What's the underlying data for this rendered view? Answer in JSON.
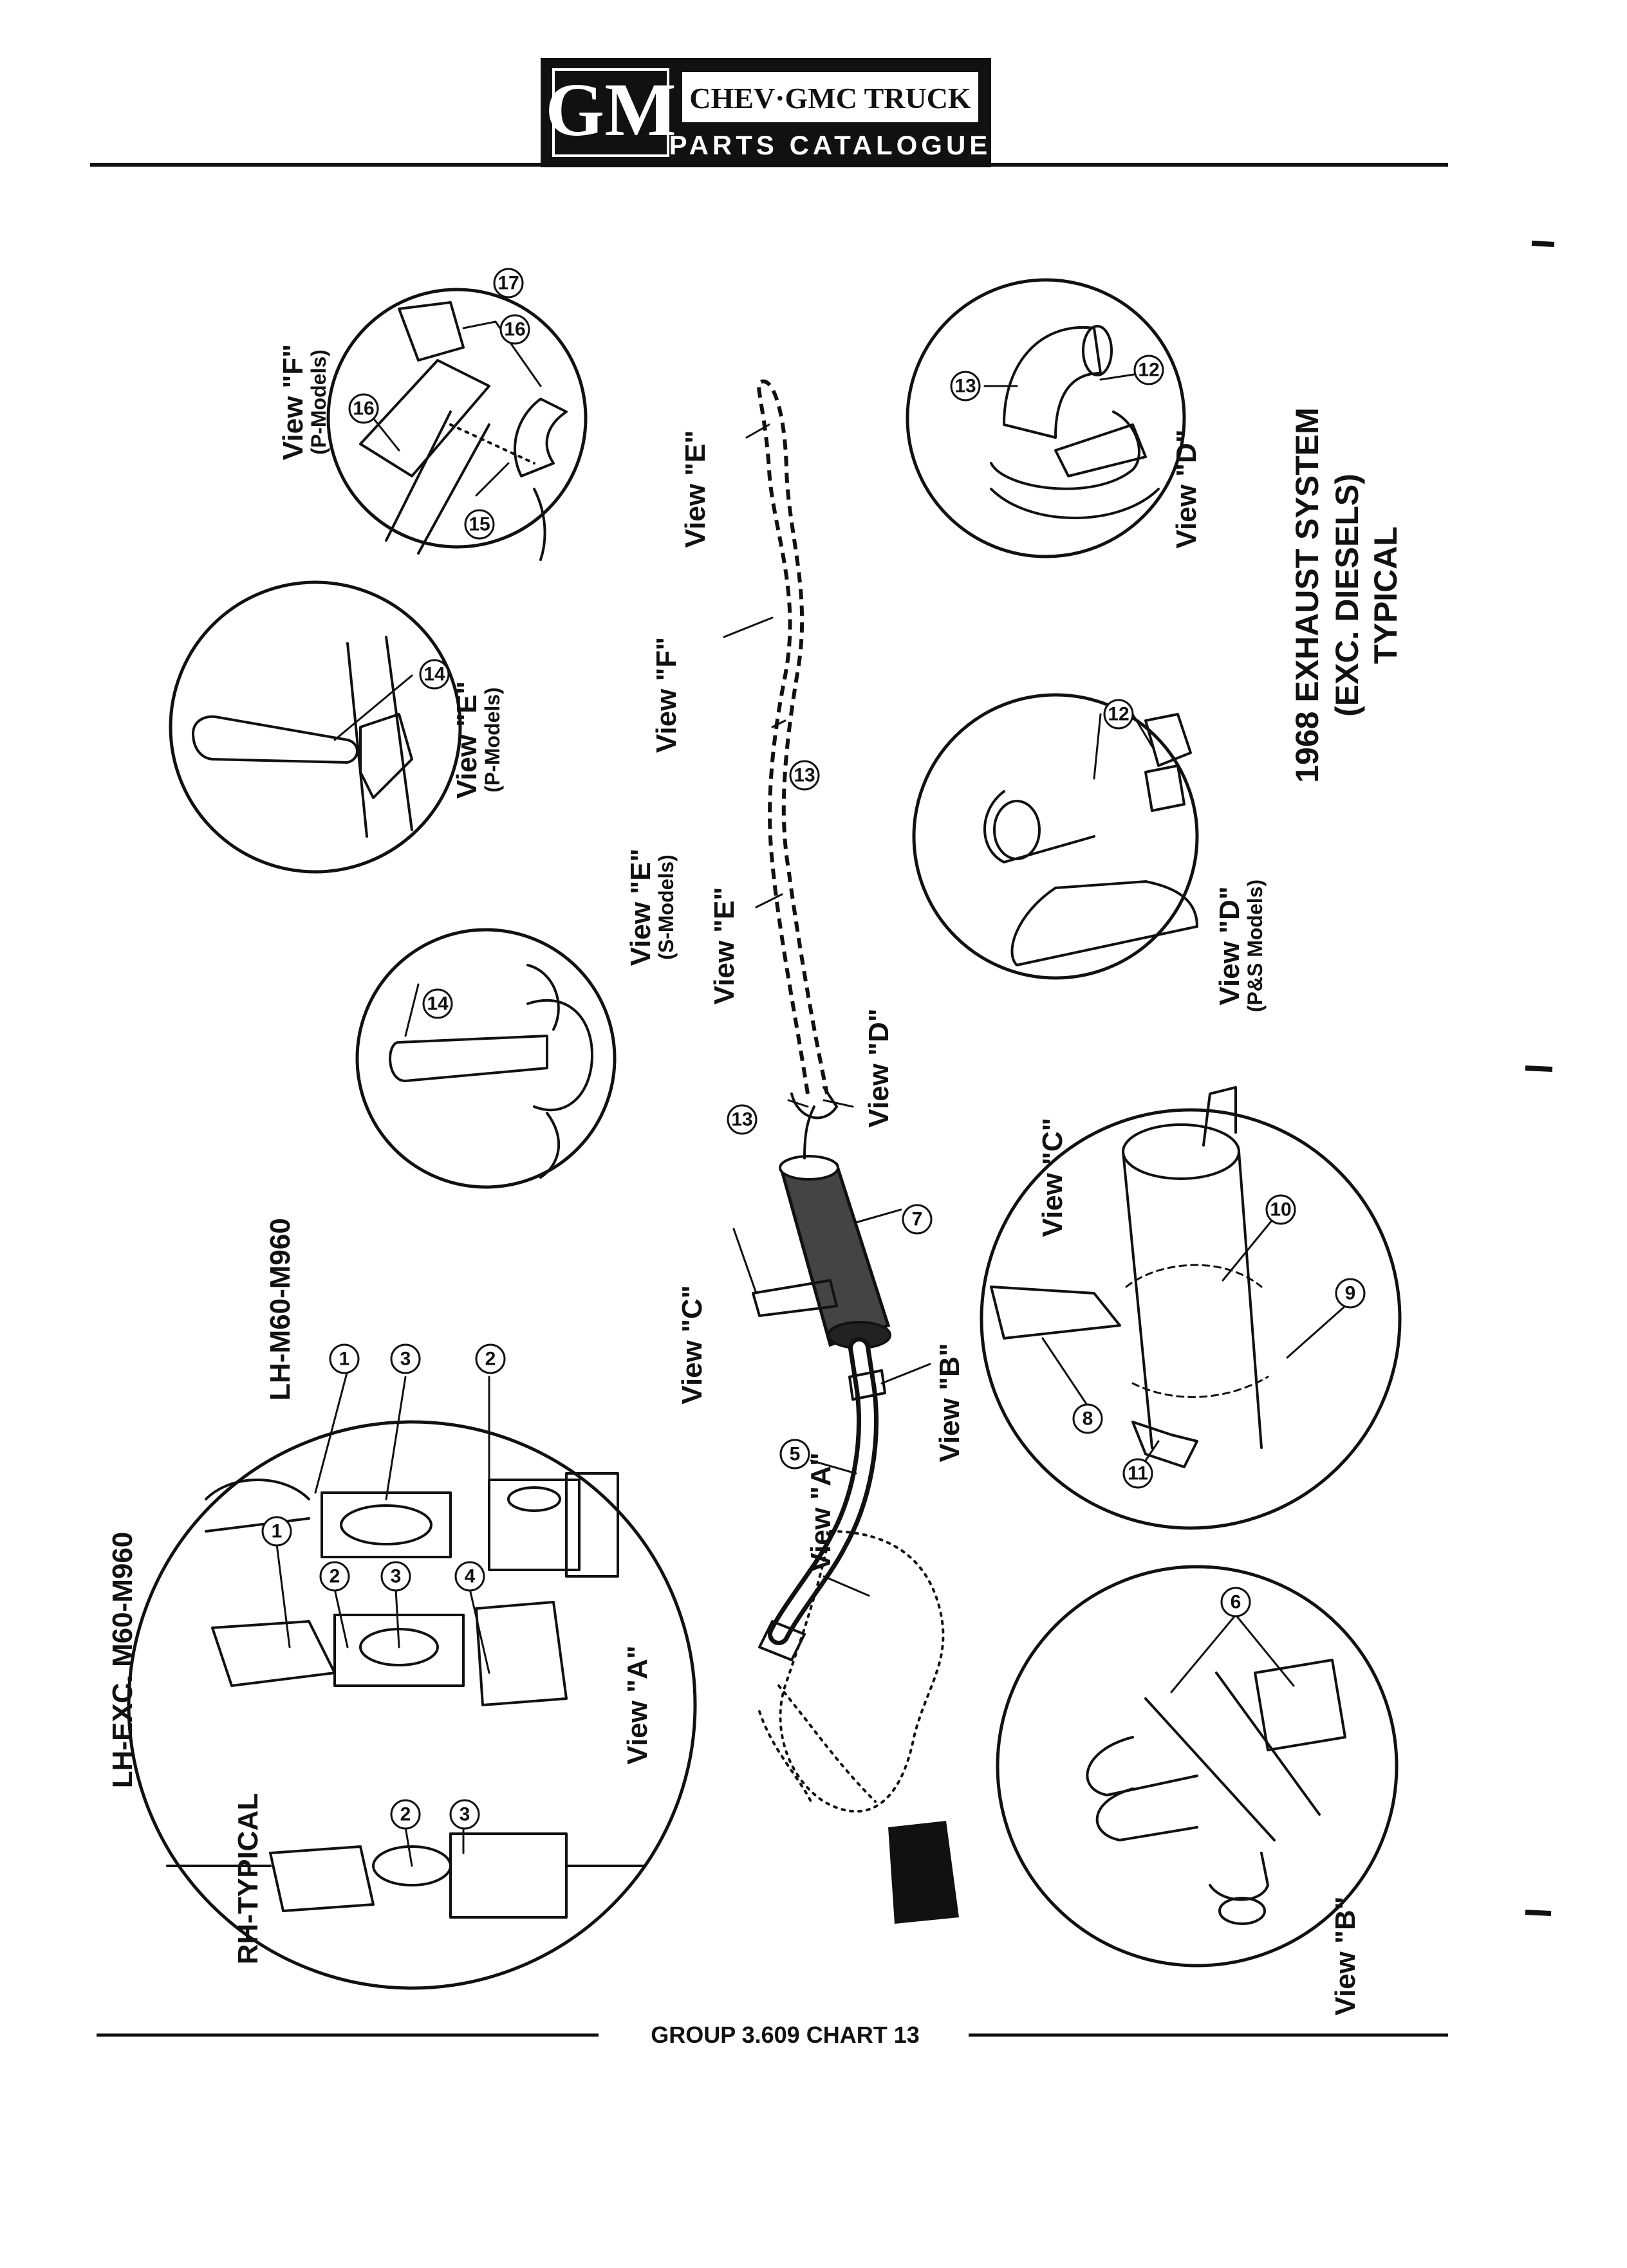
{
  "header": {
    "logo_text": "GM",
    "brand_line": "CHEV·GMC TRUCK",
    "catalogue_line": "PARTS CATALOGUE"
  },
  "title": {
    "line1": "1968 EXHAUST SYSTEM",
    "line2": "(EXC. DIESELS)",
    "line3": "TYPICAL"
  },
  "views": {
    "view_f_top": "View \"F\"",
    "view_f_top_sub": "(P-Models)",
    "view_e_p": "View \"E\"",
    "view_e_p_sub": "(P-Models)",
    "view_e_s": "View \"E\"",
    "view_e_s_sub": "(S-Models)",
    "view_d_top": "View \"D\"",
    "view_d_ps": "View \"D\"",
    "view_d_ps_sub": "(P&S Models)",
    "view_c_inset": "View \"C\"",
    "view_b_inset": "View \"B\"",
    "view_a_inset": "View \"A\"",
    "main_view_e_upper": "View \"E\"",
    "main_view_f": "View \"F\"",
    "main_view_e_lower": "View \"E\"",
    "main_view_d": "View \"D\"",
    "main_view_c": "View \"C\"",
    "main_view_b": "View \"B\"",
    "main_view_a": "View \"A\"",
    "rh_typical": "RH-TYPICAL",
    "lh_exc": "LH-EXC. M60-M960",
    "lh_m60": "LH-M60-M960"
  },
  "callouts": {
    "n1": "1",
    "n2": "2",
    "n3": "3",
    "n4": "4",
    "n5": "5",
    "n6": "6",
    "n7": "7",
    "n8": "8",
    "n9": "9",
    "n10": "10",
    "n11": "11",
    "n12": "12",
    "n13": "13",
    "n14": "14",
    "n15": "15",
    "n16": "16",
    "n17": "17"
  },
  "footer": {
    "group": "GROUP 3.609 CHART 13"
  }
}
